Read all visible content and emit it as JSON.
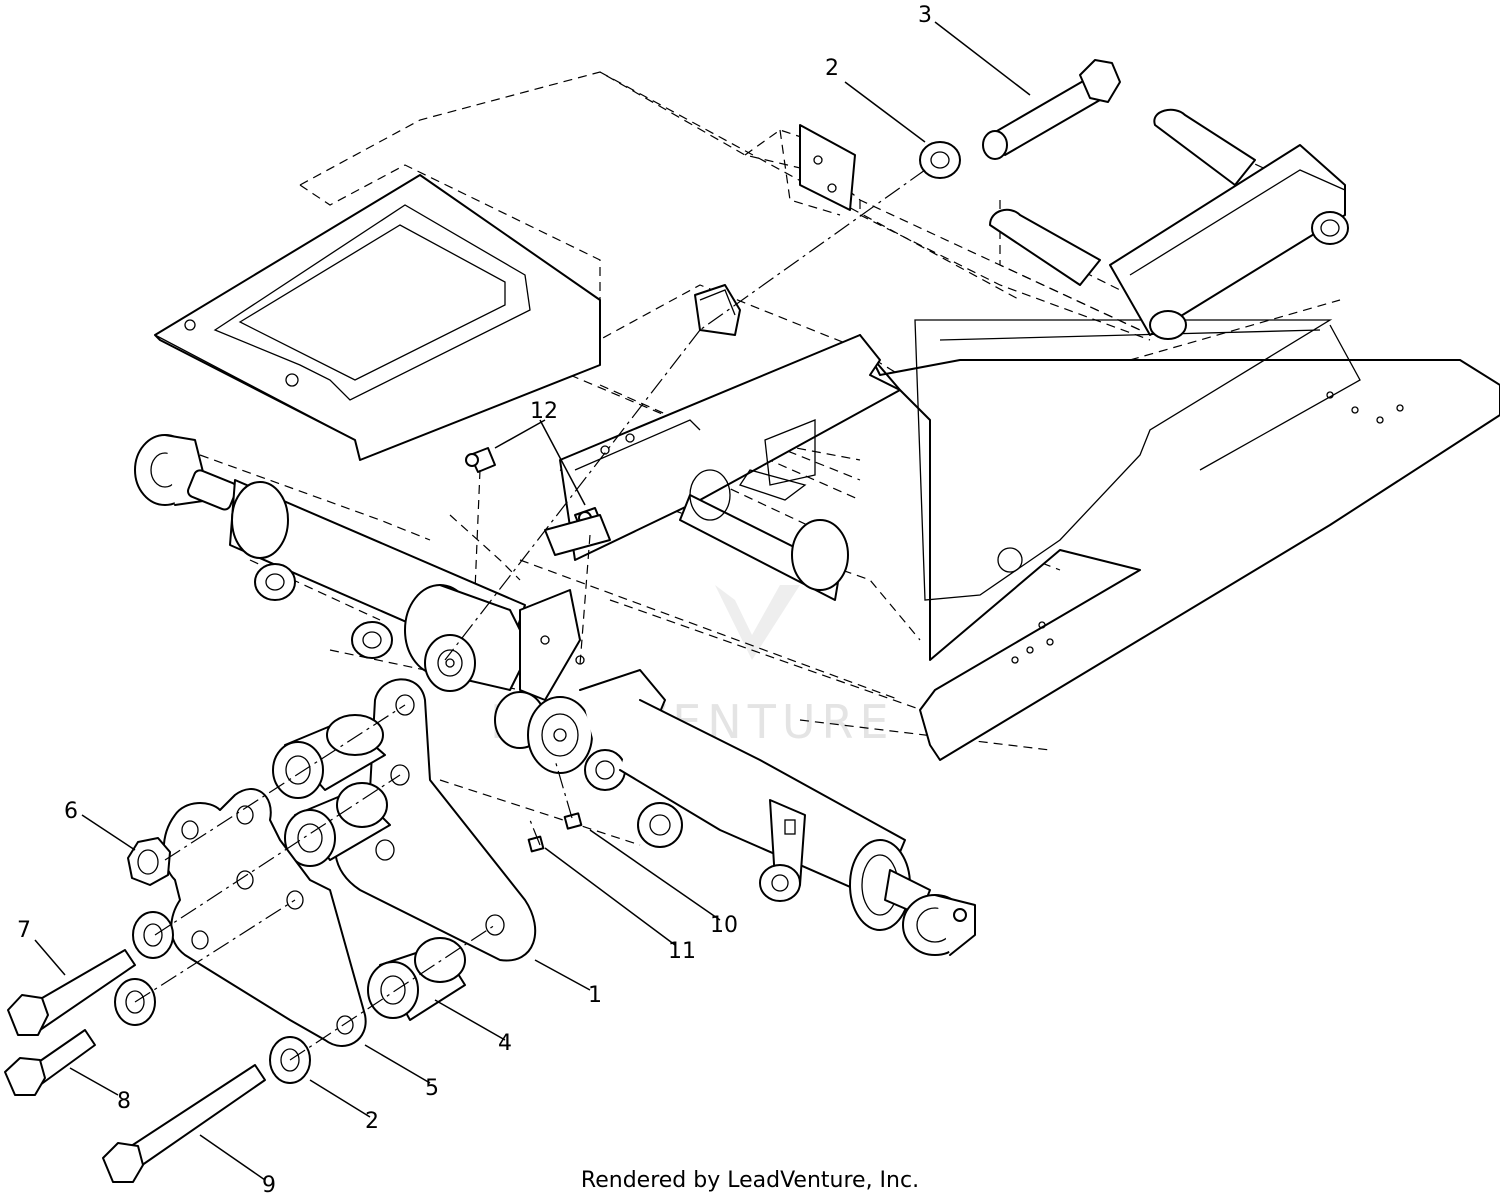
{
  "callouts": [
    {
      "id": "c1",
      "label": "1"
    },
    {
      "id": "c2a",
      "label": "2"
    },
    {
      "id": "c2b",
      "label": "2"
    },
    {
      "id": "c3",
      "label": "3"
    },
    {
      "id": "c4",
      "label": "4"
    },
    {
      "id": "c5",
      "label": "5"
    },
    {
      "id": "c6",
      "label": "6"
    },
    {
      "id": "c7",
      "label": "7"
    },
    {
      "id": "c8",
      "label": "8"
    },
    {
      "id": "c9",
      "label": "9"
    },
    {
      "id": "c10",
      "label": "10"
    },
    {
      "id": "c11",
      "label": "11"
    },
    {
      "id": "c12",
      "label": "12"
    }
  ],
  "watermark": "LEADVENTURE",
  "footer": "Rendered by LeadVenture, Inc."
}
